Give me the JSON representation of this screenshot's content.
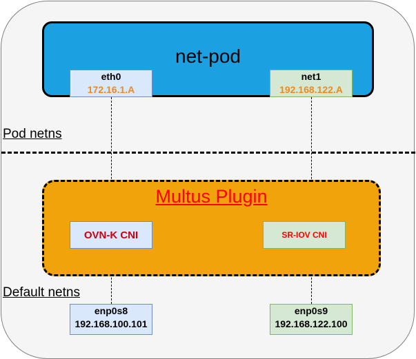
{
  "diagram": {
    "pod": {
      "title": "net-pod",
      "color": "#1ba1e2"
    },
    "pod_interfaces": [
      {
        "name": "eth0",
        "ip": "172.16.1.A"
      },
      {
        "name": "net1",
        "ip": "192.168.122.A"
      }
    ],
    "namespaces": {
      "pod": "Pod netns",
      "default": "Default netns"
    },
    "multus": {
      "title": "Multus Plugin",
      "color": "#f0a30a",
      "cnis": [
        "OVN-K CNI",
        "SR-IOV CNI"
      ]
    },
    "host_interfaces": [
      {
        "name": "enp0s8",
        "ip": "192.168.100.101"
      },
      {
        "name": "enp0s9",
        "ip": "192.168.122.100"
      }
    ]
  }
}
